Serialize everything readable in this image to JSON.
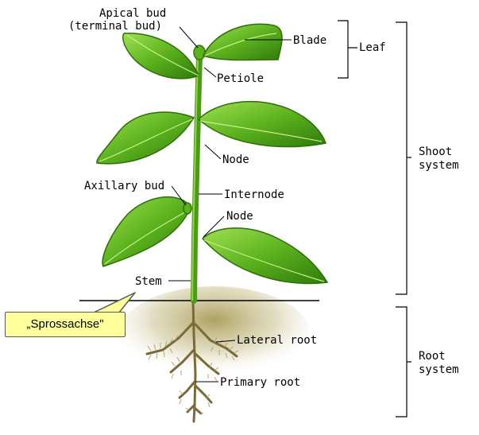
{
  "labels": {
    "apical_bud_1": "Apical bud",
    "apical_bud_2": "(terminal bud)",
    "blade": "Blade",
    "leaf": "Leaf",
    "petiole": "Petiole",
    "node_upper": "Node",
    "axillary_bud": "Axillary bud",
    "internode": "Internode",
    "node_lower": "Node",
    "stem": "Stem",
    "lateral_root": "Lateral root",
    "primary_root": "Primary root",
    "shoot_system_1": "Shoot",
    "shoot_system_2": "system",
    "root_system_1": "Root",
    "root_system_2": "system"
  },
  "callout": {
    "text": "„Sprossachse\""
  },
  "colors": {
    "leaf_dark": "#3f8f10",
    "leaf_light": "#8fd646",
    "stem": "#5fae1f",
    "soil": "#c9c08a",
    "root": "#8a7a45",
    "callout_fill": "#ffff9c"
  }
}
